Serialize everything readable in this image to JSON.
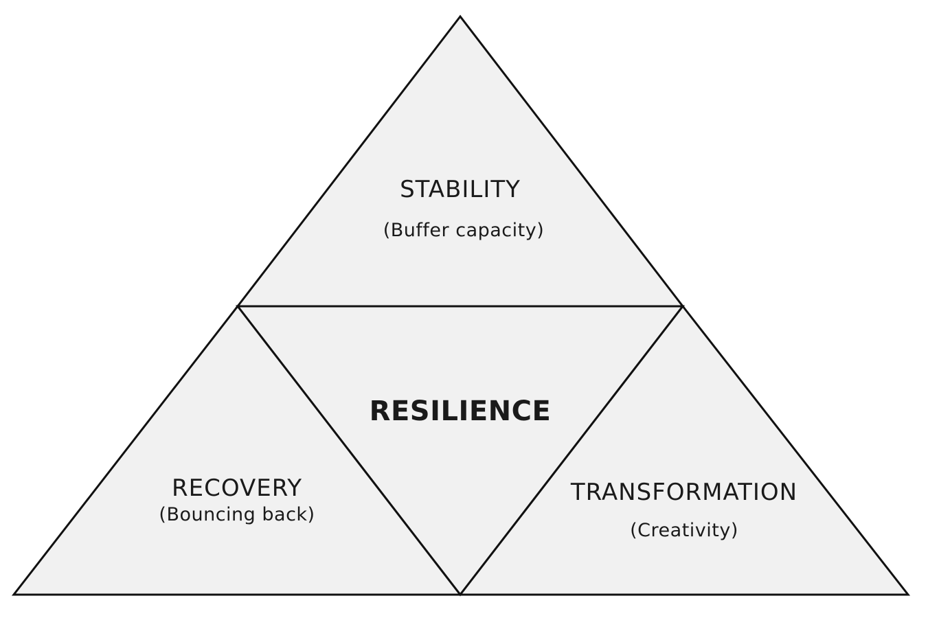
{
  "diagram": {
    "top": {
      "title": "STABILITY",
      "subtitle": "(Buffer capacity)"
    },
    "center": {
      "title": "RESILIENCE"
    },
    "left": {
      "title": "RECOVERY",
      "subtitle": "(Bouncing back)"
    },
    "right": {
      "title": "TRANSFORMATION",
      "subtitle": "(Creativity)"
    },
    "colors": {
      "fill": "#f1f1f1",
      "stroke": "#111111",
      "text": "#1a1a1a"
    }
  }
}
